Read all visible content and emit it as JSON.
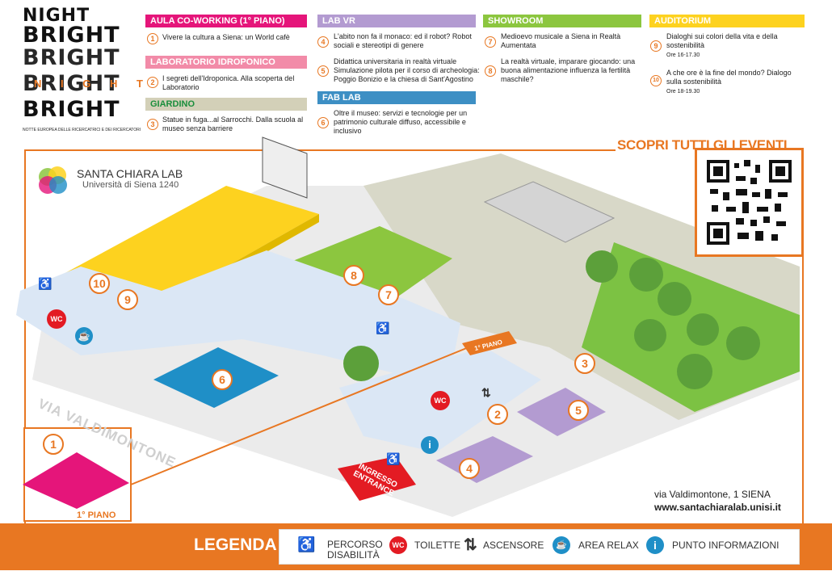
{
  "logo": {
    "lines": [
      "NIGHT",
      "BRIGHT",
      "BRIGHT",
      "BRIGHT",
      "BRIGHT"
    ],
    "accent_letters": "N I G H T",
    "subtitle": "NOTTE EUROPEA DELLE RICERCATRICI E DEI RICERCATORI"
  },
  "categories": [
    {
      "title": "AULA CO-WORKING (1° PIANO)",
      "color": "#e5157a",
      "events": [
        {
          "num": "1",
          "text": "Vivere la cultura a Siena: un World cafè"
        }
      ]
    },
    {
      "title": "LABORATORIO IDROPONICO",
      "color": "#f28ba8",
      "events": [
        {
          "num": "2",
          "text": "I segreti dell'Idroponica. Alla scoperta del Laboratorio"
        }
      ]
    },
    {
      "title": "GIARDINO",
      "color": "#d3d0b8",
      "events": [
        {
          "num": "3",
          "text": "Statue in fuga...al Sarrocchi. Dalla scuola al museo senza barriere"
        }
      ]
    },
    {
      "title": "LAB VR",
      "color": "#b39bd1",
      "events": [
        {
          "num": "4",
          "text": "L'abito non fa il monaco: ed il robot? Robot sociali e stereotipi di genere"
        },
        {
          "num": "5",
          "text": "Didattica universitaria in realtà virtuale Simulazione pilota per il corso di archeologia: Poggio Bonizio e la chiesa di Sant'Agostino"
        }
      ]
    },
    {
      "title": "FAB LAB",
      "color": "#3d8fc4",
      "events": [
        {
          "num": "6",
          "text": "Oltre il museo: servizi e tecnologie per un patrimonio culturale diffuso, accessibile e inclusivo"
        }
      ]
    },
    {
      "title": "SHOWROOM",
      "color": "#8cc63f",
      "events": [
        {
          "num": "7",
          "text": "Medioevo musicale a Siena in Realtà Aumentata"
        },
        {
          "num": "8",
          "text": "La realtà virtuale, imparare giocando: una buona alimentazione influenza la fertilità maschile?"
        }
      ]
    },
    {
      "title": "AUDITORIUM",
      "color": "#fdd21f",
      "events": [
        {
          "num": "9",
          "text": "Dialoghi sui colori della vita e della sostenibilità",
          "time": "Ore 16-17.30"
        },
        {
          "num": "10",
          "text": "A che ore è la fine del mondo? Dialogo sulla sostenibilità",
          "time": "Ore 18-19.30"
        }
      ]
    }
  ],
  "map": {
    "scopri": "SCOPRI TUTTI GLI EVENTI",
    "brand_name": "SANTA CHIARA LAB",
    "brand_sub": "Università di Siena 1240",
    "street": "VIA VALDIMONTONE",
    "entrance": "INGRESSO ENTRANCE",
    "floor_tag": "1° PIANO",
    "floor_label": "1° PIANO",
    "wc": "WC",
    "address": "via Valdimontone, 1 SIENA",
    "website": "www.santachiaralab.unisi.it",
    "area_numbers": [
      "1",
      "2",
      "3",
      "4",
      "5",
      "6",
      "7",
      "8",
      "9",
      "10"
    ],
    "colors": {
      "accent": "#e87722",
      "yellow": "#fdd21f",
      "green": "#8cc63f",
      "blue": "#1f8fc7",
      "purple": "#b39bd1",
      "pink": "#e5157a",
      "path": "#dbe7f5"
    }
  },
  "legend": {
    "title": "LEGENDA",
    "items": [
      {
        "icon": "accessibility-icon",
        "label": "PERCORSO DISABILITÀ"
      },
      {
        "icon": "wc-icon",
        "label": "TOILETTE"
      },
      {
        "icon": "elevator-icon",
        "label": "ASCENSORE"
      },
      {
        "icon": "relax-cup-icon",
        "label": "AREA RELAX"
      },
      {
        "icon": "info-icon",
        "label": "PUNTO INFORMAZIONI"
      }
    ]
  }
}
